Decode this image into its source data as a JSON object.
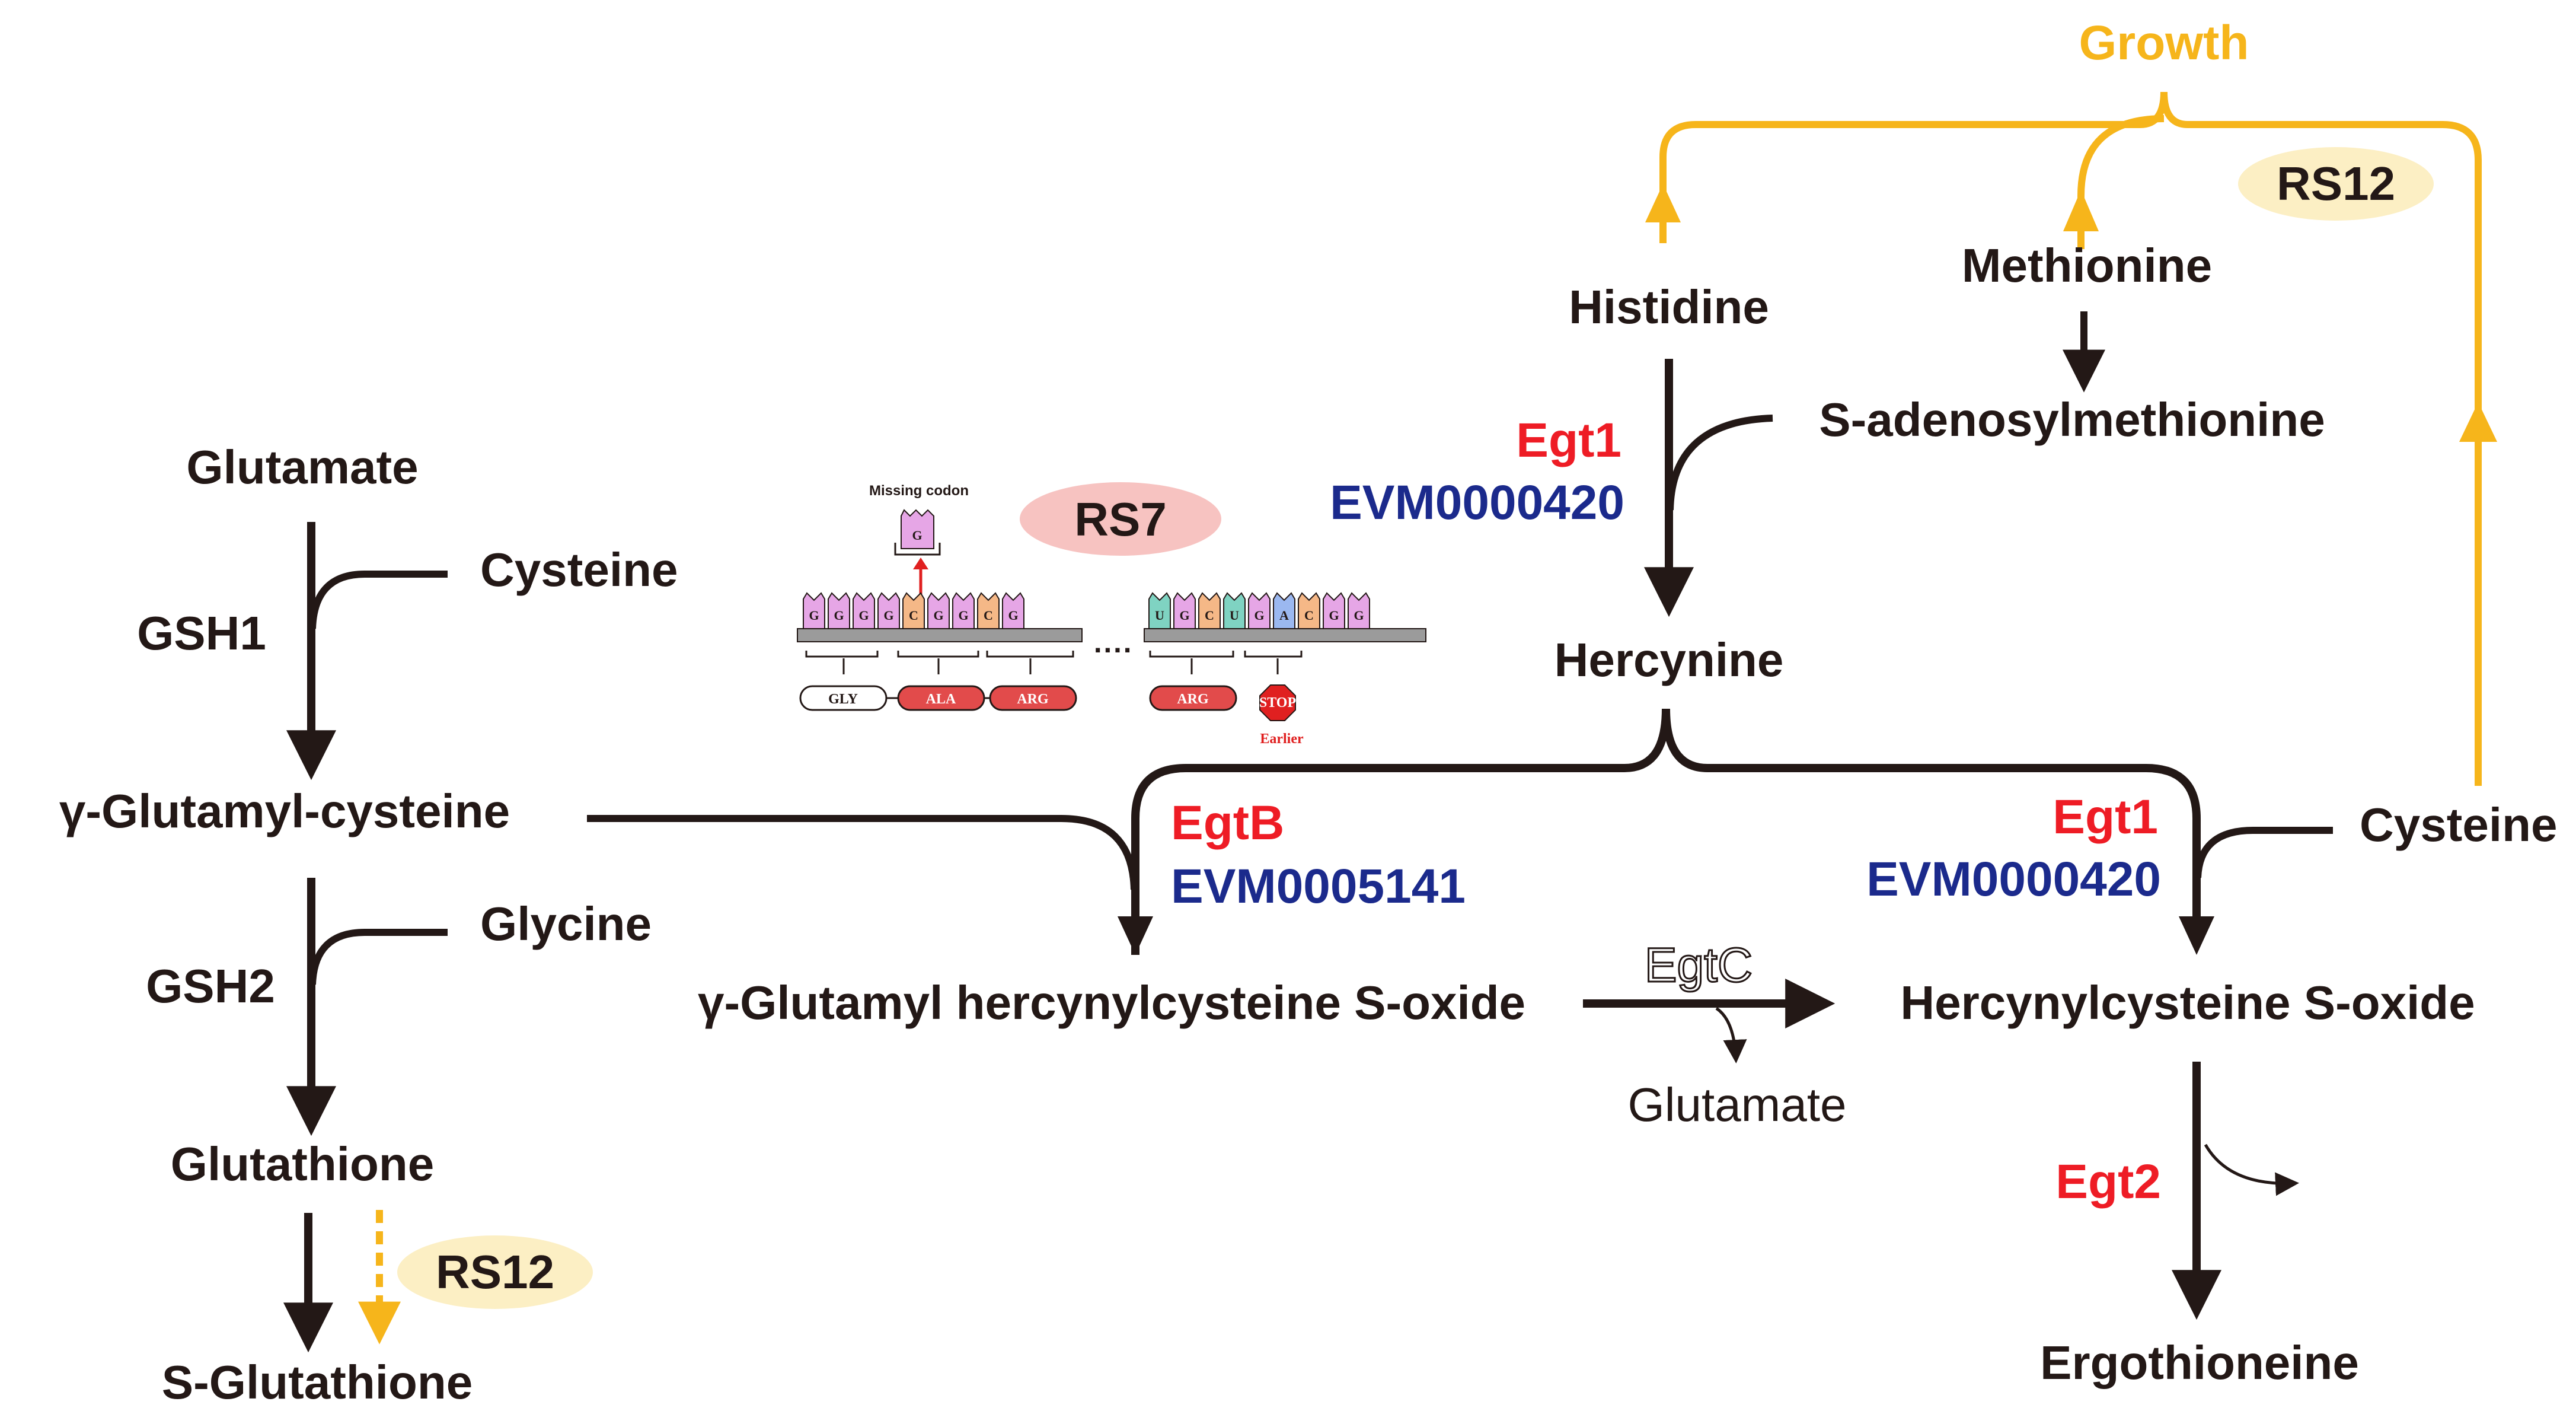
{
  "molecules": {
    "glutamate_left": "Glutamate",
    "cysteine_left": "Cysteine",
    "gamma_glutamyl_cysteine": "γ-Glutamyl-cysteine",
    "glycine": "Glycine",
    "glutathione": "Glutathione",
    "s_glutathione": "S-Glutathione",
    "histidine": "Histidine",
    "methionine": "Methionine",
    "sam": "S-adenosylmethionine",
    "hercynine": "Hercynine",
    "ghcso": "γ-Glutamyl hercynylcysteine S-oxide",
    "hcso": "Hercynylcysteine S-oxide",
    "glutamate_product": "Glutamate",
    "cysteine_right": "Cysteine",
    "ergothioneine": "Ergothioneine",
    "growth": "Growth"
  },
  "enzymes": {
    "gsh1": "GSH1",
    "gsh2": "GSH2",
    "egt1_top": "Egt1",
    "evm_top": "EVM0000420",
    "egtb": "EgtB",
    "evm_egtb": "EVM0005141",
    "egt1_right": "Egt1",
    "evm_right": "EVM0000420",
    "egtc": "EgtC",
    "egt2": "Egt2"
  },
  "tags": {
    "rs7": "RS7",
    "rs12_top": "RS12",
    "rs12_bottom": "RS12"
  },
  "mutation_inset": {
    "missing_codon_label": "Missing codon",
    "missing_base": "G",
    "codons_left": [
      "G",
      "G",
      "G",
      "G",
      "C",
      "G",
      "G",
      "C",
      "G"
    ],
    "codons_right": [
      "U",
      "G",
      "C",
      "U",
      "G",
      "A",
      "C",
      "G",
      "G"
    ],
    "amino_acids": [
      "GLY",
      "ALA",
      "ARG",
      "ARG"
    ],
    "stop_label": "STOP",
    "earlier_label": "Earlier"
  },
  "colors": {
    "pathway_arrow": "#231816",
    "growth_arrow": "#f6b51b",
    "enzyme_red": "#ee1c25",
    "gene_blue": "#1b2a8c",
    "rs7_badge": "#f7c3c1",
    "rs12_badge": "#fcefc4"
  }
}
